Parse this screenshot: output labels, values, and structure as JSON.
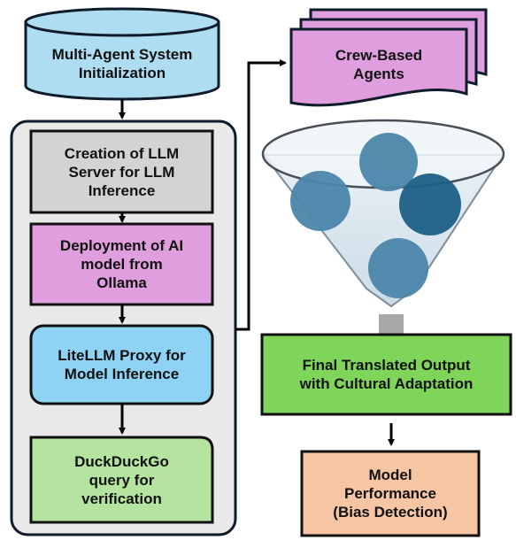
{
  "nodes": {
    "init": "Multi-Agent System\nInitialization",
    "llm_server": "Creation of LLM\nServer for LLM\nInference",
    "deploy": "Deployment of AI\nmodel from\nOllama",
    "litellm": "LiteLLM Proxy for\nModel Inference",
    "duckduckgo": "DuckDuckGo\nquery for\nverification",
    "crew": "Crew-Based\nAgents",
    "final": "Final Translated Output\nwith Cultural Adaptation",
    "performance": "Model\nPerformance\n(Bias Detection)"
  },
  "colors": {
    "init": "#aedcf0",
    "panel": "#e9e9e9",
    "llm_server": "#d3d3d3",
    "deploy": "#df9ede",
    "litellm": "#8fd3f4",
    "duckduckgo": "#b5e4a0",
    "crew": "#df9ede",
    "final": "#7fd45a",
    "performance": "#f6c6a4",
    "funnel": "#d8e6ef",
    "circle": "#4b86aa",
    "circle_dark": "#1e5f86",
    "stem": "#a8a8a8"
  },
  "funnel_items": [
    "circle",
    "circle",
    "circle-dark",
    "circle"
  ]
}
